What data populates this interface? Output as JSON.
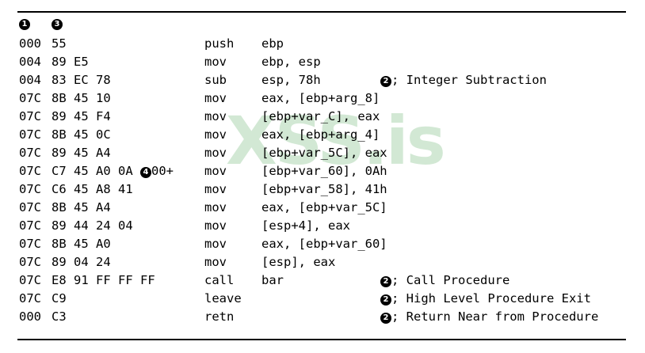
{
  "figure": {
    "type": "disassembly-listing",
    "watermark": "XSS.is",
    "watermark_color": "#d2e8d4",
    "rule_color": "#000000",
    "text_color": "#000000"
  },
  "header_markers": [
    {
      "label": "1",
      "column": "address"
    },
    {
      "label": "3",
      "column": "bytes"
    }
  ],
  "columns": {
    "address": "address",
    "bytes": "opcode-bytes",
    "mnemonic": "mnemonic",
    "operands": "operands",
    "comment": "comment"
  },
  "rows": [
    {
      "address": "000",
      "bytes": "55",
      "bytes_marker": "",
      "bytes_suffix": "",
      "mnemonic": "push",
      "operands": "ebp",
      "comment_marker": "",
      "comment": ""
    },
    {
      "address": "004",
      "bytes": "89 E5",
      "bytes_marker": "",
      "bytes_suffix": "",
      "mnemonic": "mov",
      "operands": "ebp, esp",
      "comment_marker": "",
      "comment": ""
    },
    {
      "address": "004",
      "bytes": "83 EC 78",
      "bytes_marker": "",
      "bytes_suffix": "",
      "mnemonic": "sub",
      "operands": "esp, 78h",
      "comment_marker": "2",
      "comment": "; Integer Subtraction"
    },
    {
      "address": "07C",
      "bytes": "8B 45 10",
      "bytes_marker": "",
      "bytes_suffix": "",
      "mnemonic": "mov",
      "operands": "eax, [ebp+arg_8]",
      "comment_marker": "",
      "comment": ""
    },
    {
      "address": "07C",
      "bytes": "89 45 F4",
      "bytes_marker": "",
      "bytes_suffix": "",
      "mnemonic": "mov",
      "operands": "[ebp+var_C], eax",
      "comment_marker": "",
      "comment": ""
    },
    {
      "address": "07C",
      "bytes": "8B 45 0C",
      "bytes_marker": "",
      "bytes_suffix": "",
      "mnemonic": "mov",
      "operands": "eax, [ebp+arg_4]",
      "comment_marker": "",
      "comment": ""
    },
    {
      "address": "07C",
      "bytes": "89 45 A4",
      "bytes_marker": "",
      "bytes_suffix": "",
      "mnemonic": "mov",
      "operands": "[ebp+var_5C], eax",
      "comment_marker": "",
      "comment": ""
    },
    {
      "address": "07C",
      "bytes": "C7 45 A0 0A ",
      "bytes_marker": "4",
      "bytes_suffix": "00+",
      "mnemonic": "mov",
      "operands": "[ebp+var_60], 0Ah",
      "comment_marker": "",
      "comment": ""
    },
    {
      "address": "07C",
      "bytes": "C6 45 A8 41",
      "bytes_marker": "",
      "bytes_suffix": "",
      "mnemonic": "mov",
      "operands": "[ebp+var_58], 41h",
      "comment_marker": "",
      "comment": ""
    },
    {
      "address": "07C",
      "bytes": "8B 45 A4",
      "bytes_marker": "",
      "bytes_suffix": "",
      "mnemonic": "mov",
      "operands": "eax, [ebp+var_5C]",
      "comment_marker": "",
      "comment": ""
    },
    {
      "address": "07C",
      "bytes": "89 44 24 04",
      "bytes_marker": "",
      "bytes_suffix": "",
      "mnemonic": "mov",
      "operands": "[esp+4], eax",
      "comment_marker": "",
      "comment": ""
    },
    {
      "address": "07C",
      "bytes": "8B 45 A0",
      "bytes_marker": "",
      "bytes_suffix": "",
      "mnemonic": "mov",
      "operands": "eax, [ebp+var_60]",
      "comment_marker": "",
      "comment": ""
    },
    {
      "address": "07C",
      "bytes": "89 04 24",
      "bytes_marker": "",
      "bytes_suffix": "",
      "mnemonic": "mov",
      "operands": "[esp], eax",
      "comment_marker": "",
      "comment": ""
    },
    {
      "address": "07C",
      "bytes": "E8 91 FF FF FF",
      "bytes_marker": "",
      "bytes_suffix": "",
      "mnemonic": "call",
      "operands": "bar",
      "comment_marker": "2",
      "comment": "; Call Procedure"
    },
    {
      "address": "07C",
      "bytes": "C9",
      "bytes_marker": "",
      "bytes_suffix": "",
      "mnemonic": "leave",
      "operands": "",
      "comment_marker": "2",
      "comment": "; High Level Procedure Exit"
    },
    {
      "address": "000",
      "bytes": "C3",
      "bytes_marker": "",
      "bytes_suffix": "",
      "mnemonic": "retn",
      "operands": "",
      "comment_marker": "2",
      "comment": "; Return Near from Procedure"
    }
  ]
}
